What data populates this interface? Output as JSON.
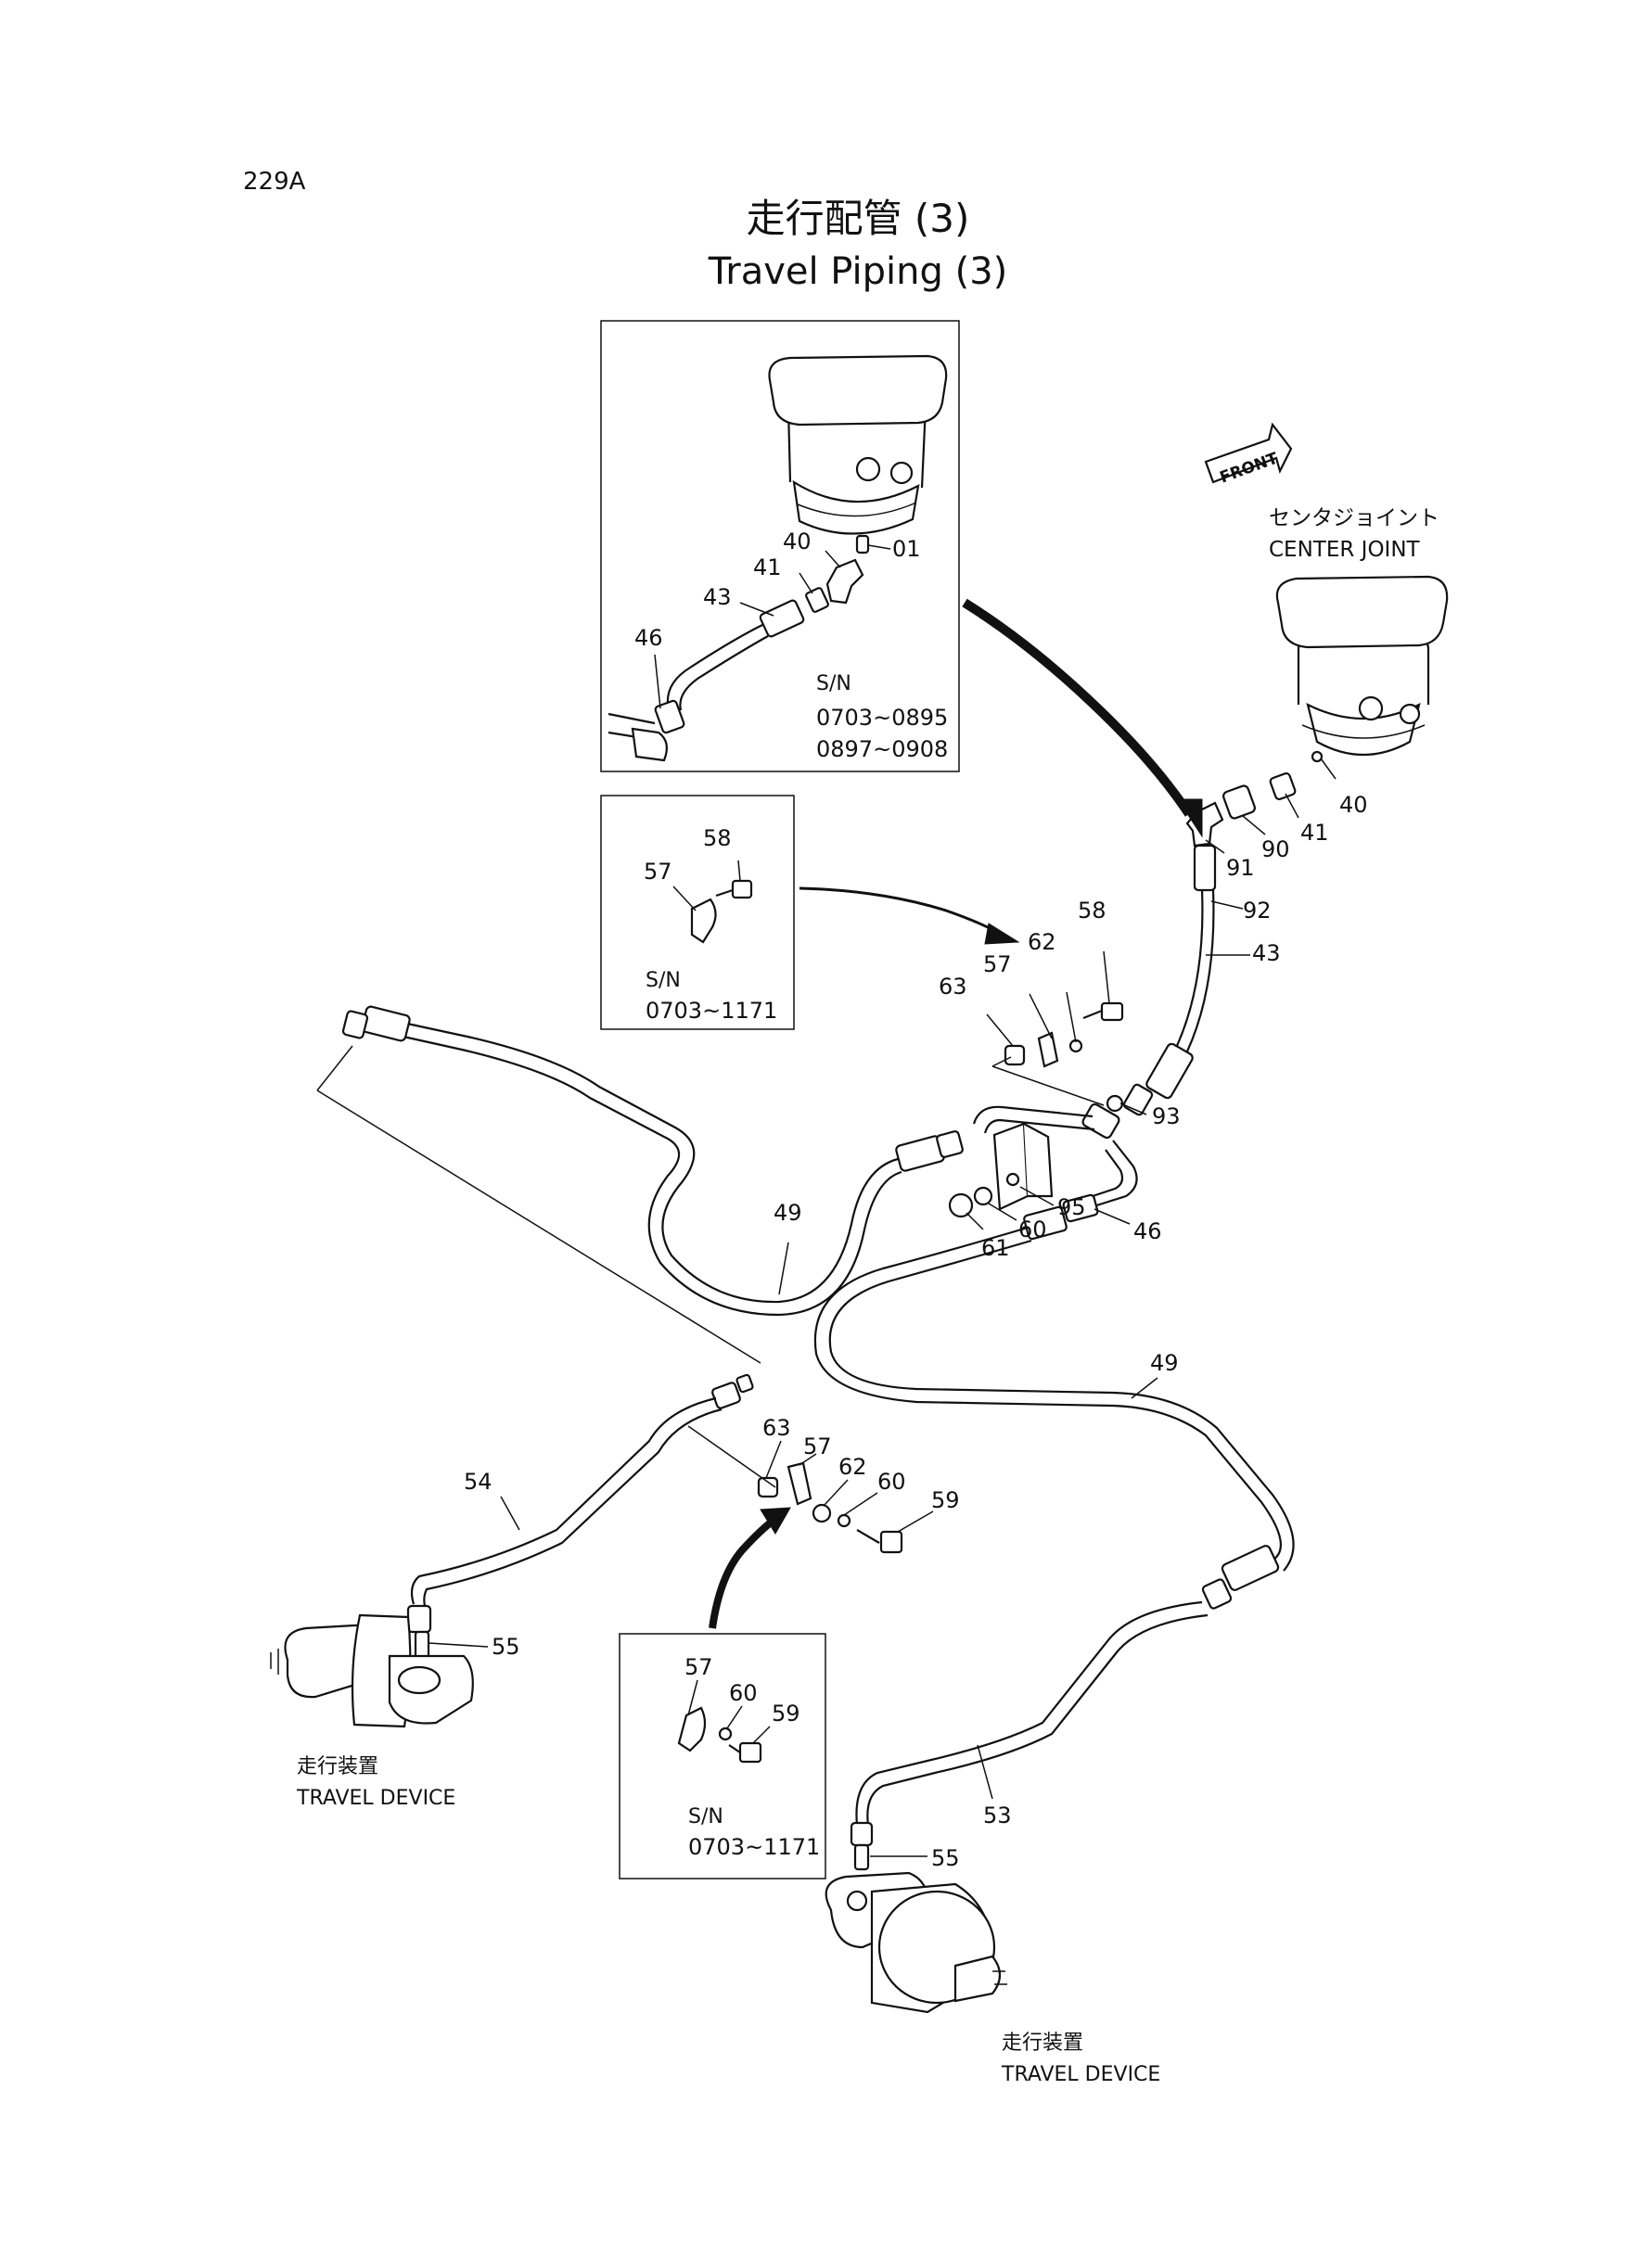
{
  "page_number": "229A",
  "title_jp": "走行配管 (3)",
  "title_en": "Travel Piping (3)",
  "front_label": "FRONT",
  "center_joint": {
    "jp": "センタジョイント",
    "en": "CENTER JOINT"
  },
  "travel_device_left": {
    "jp": "走行装置",
    "en": "TRAVEL DEVICE"
  },
  "travel_device_right": {
    "jp": "走行装置",
    "en": "TRAVEL DEVICE"
  },
  "inset_top": {
    "sn_label": "S/N",
    "sn_range_1": "0703~0895",
    "sn_range_2": "0897~0908",
    "callouts": [
      "01",
      "40",
      "41",
      "43",
      "46"
    ]
  },
  "inset_mid": {
    "sn_label": "S/N",
    "sn_range": "0703~1171",
    "callouts": [
      "57",
      "58"
    ]
  },
  "inset_bottom": {
    "sn_label": "S/N",
    "sn_range": "0703~1171",
    "callouts": [
      "57",
      "60",
      "59"
    ]
  },
  "main_callouts": [
    "40",
    "41",
    "90",
    "91",
    "92",
    "43",
    "58",
    "62",
    "57",
    "63",
    "93",
    "95",
    "60",
    "61",
    "46",
    "49",
    "49",
    "54",
    "63",
    "57",
    "62",
    "60",
    "59",
    "55",
    "53",
    "55"
  ]
}
